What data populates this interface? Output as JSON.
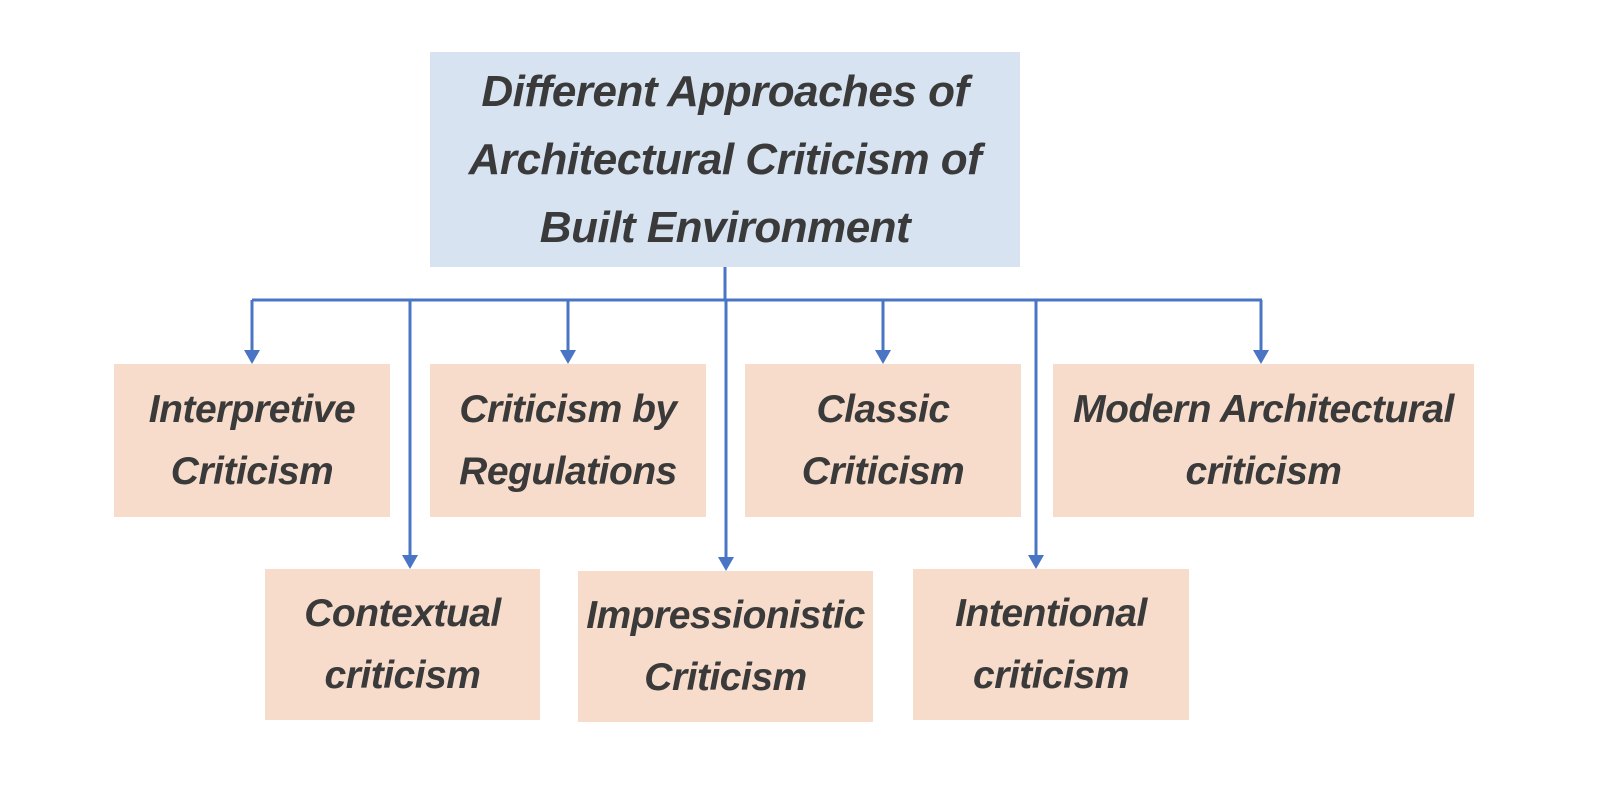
{
  "diagram": {
    "root": {
      "label": "Different Approaches of Architectural Criticism of Built Environment"
    },
    "children": [
      {
        "label": "Interpretive Criticism"
      },
      {
        "label": "Contextual criticism"
      },
      {
        "label": "Criticism by Regulations"
      },
      {
        "label": "Impressionistic Criticism"
      },
      {
        "label": "Classic Criticism"
      },
      {
        "label": "Intentional criticism"
      },
      {
        "label": "Modern Architectural criticism"
      }
    ],
    "colors": {
      "root_fill": "#d7e3f1",
      "child_fill": "#f7dccb",
      "connector": "#4a74c4",
      "text": "#3a3a3a"
    }
  }
}
